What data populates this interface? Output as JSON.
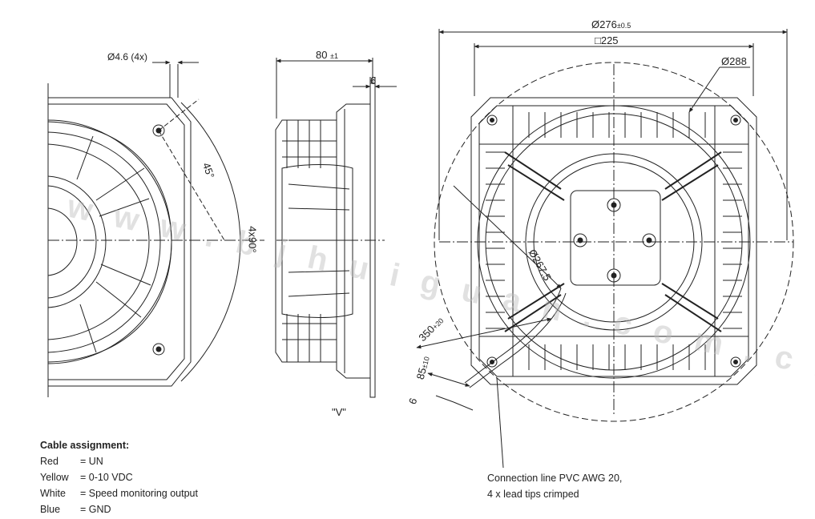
{
  "dimensions": {
    "hole_dia": "Ø4.6 (4x)",
    "angle": "45°",
    "hole_spacing": "4x90°",
    "depth": "80",
    "depth_tol": "±1",
    "flange": "6",
    "view_label": "\"V\"",
    "outer_dia": "Ø276",
    "outer_dia_tol": "±0.5",
    "square": "□225",
    "ring_dia": "Ø288",
    "inner_dia": "Ø267.5",
    "cable_len": "350",
    "cable_len_tol": "+20",
    "strip_len": "85",
    "strip_len_tol": "±10",
    "tip_len": "6"
  },
  "legend": {
    "title": "Cable assignment:",
    "items": [
      {
        "color": "Red",
        "value": "= UN"
      },
      {
        "color": "Yellow",
        "value": "= 0-10 VDC"
      },
      {
        "color": "White",
        "value": "= Speed monitoring output"
      },
      {
        "color": "Blue",
        "value": "= GND"
      }
    ]
  },
  "note": {
    "line1": "Connection line PVC AWG 20,",
    "line2": "4 x lead tips crimped"
  },
  "watermark": {
    "text": "www.bjhuiguan.com.cn"
  },
  "colors": {
    "line": "#222222",
    "watermark": "#bdbdbd"
  }
}
